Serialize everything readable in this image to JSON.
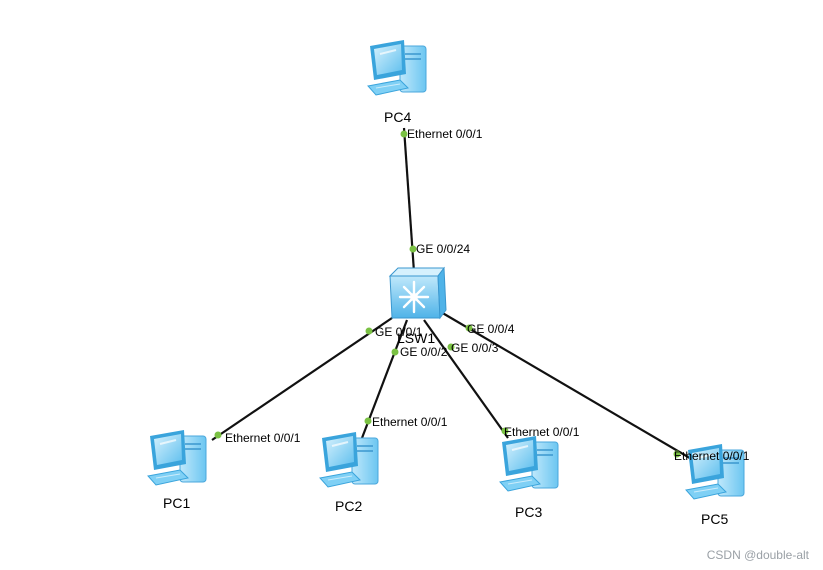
{
  "colors": {
    "link": "#111111",
    "port_dot": "#7ac143",
    "device_body": "#7fd0f5",
    "device_dark": "#3aa4dc",
    "device_light": "#d6f1fd"
  },
  "nodes": {
    "pc4": {
      "label": "PC4",
      "icon": "pc-icon"
    },
    "lsw1": {
      "label": "LSW1",
      "icon": "switch-icon"
    },
    "pc1": {
      "label": "PC1",
      "icon": "pc-icon"
    },
    "pc2": {
      "label": "PC2",
      "icon": "pc-icon"
    },
    "pc3": {
      "label": "PC3",
      "icon": "pc-icon"
    },
    "pc5": {
      "label": "PC5",
      "icon": "pc-icon"
    }
  },
  "links": {
    "pc4_lsw1": {
      "end_a": "Ethernet 0/0/1",
      "end_b": "GE 0/0/24"
    },
    "lsw1_pc1": {
      "end_a": "GE 0/0/1",
      "end_b": "Ethernet 0/0/1"
    },
    "lsw1_pc2": {
      "end_a": "GE 0/0/2",
      "end_b": "Ethernet 0/0/1"
    },
    "lsw1_pc3": {
      "end_a": "GE 0/0/3",
      "end_b": "Ethernet 0/0/1"
    },
    "lsw1_pc5": {
      "end_a": "GE 0/0/4",
      "end_b": "Ethernet 0/0/1"
    }
  },
  "watermark": "CSDN @double-alt"
}
